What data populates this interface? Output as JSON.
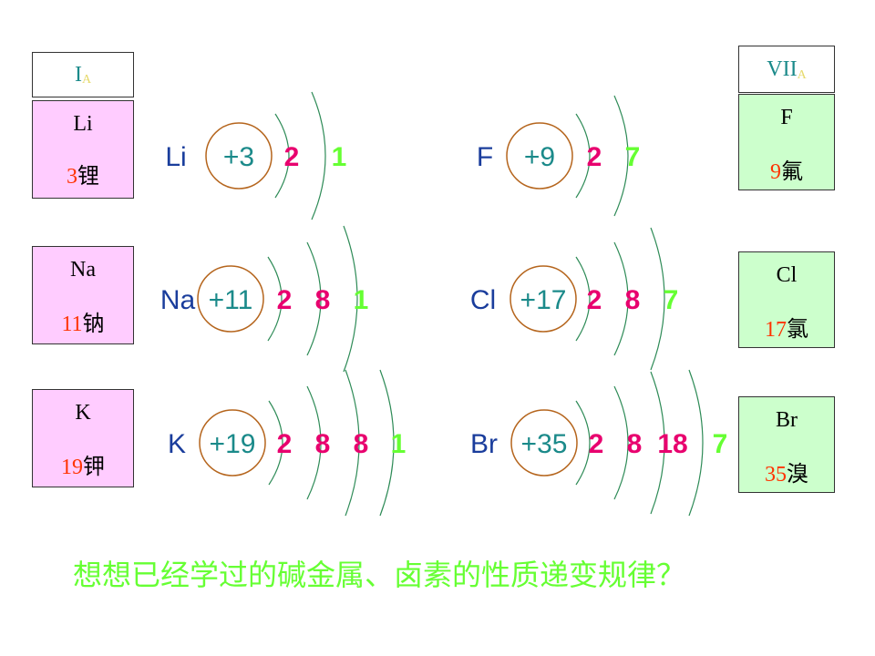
{
  "headers": {
    "left": {
      "main": "I",
      "sub": "A"
    },
    "right": {
      "main": "VII",
      "sub": "A"
    }
  },
  "cards": {
    "li": {
      "symbol": "Li",
      "number": "3",
      "name": "锂"
    },
    "na": {
      "symbol": "Na",
      "number": "11",
      "name": "钠"
    },
    "k": {
      "symbol": "K",
      "number": "19",
      "name": "钾"
    },
    "f": {
      "symbol": "F",
      "number": "9",
      "name": "氟"
    },
    "cl": {
      "symbol": "Cl",
      "number": "17",
      "name": "氯"
    },
    "br": {
      "symbol": "Br",
      "number": "35",
      "name": "溴"
    }
  },
  "atoms": [
    {
      "id": "li",
      "symbol": "Li",
      "nucleus": "+3",
      "shells": [
        "2",
        "1"
      ]
    },
    {
      "id": "na",
      "symbol": "Na",
      "nucleus": "+11",
      "shells": [
        "2",
        "8",
        "1"
      ]
    },
    {
      "id": "k",
      "symbol": "K",
      "nucleus": "+19",
      "shells": [
        "2",
        "8",
        "8",
        "1"
      ]
    },
    {
      "id": "f",
      "symbol": "F",
      "nucleus": "+9",
      "shells": [
        "2",
        "7"
      ]
    },
    {
      "id": "cl",
      "symbol": "Cl",
      "nucleus": "+17",
      "shells": [
        "2",
        "8",
        "7"
      ]
    },
    {
      "id": "br",
      "symbol": "Br",
      "nucleus": "+35",
      "shells": [
        "2",
        "8",
        "18",
        "7"
      ]
    }
  ],
  "colors": {
    "nucleus_text": "#1b8a8a",
    "inner_shell": "#e8006e",
    "outer_shell": "#66ff33",
    "circle": "#b5651d",
    "arc": "#2e8b57",
    "symbol": "#1a3d9c"
  },
  "question": "想想已经学过的碱金属、卤素的性质递变规律？"
}
